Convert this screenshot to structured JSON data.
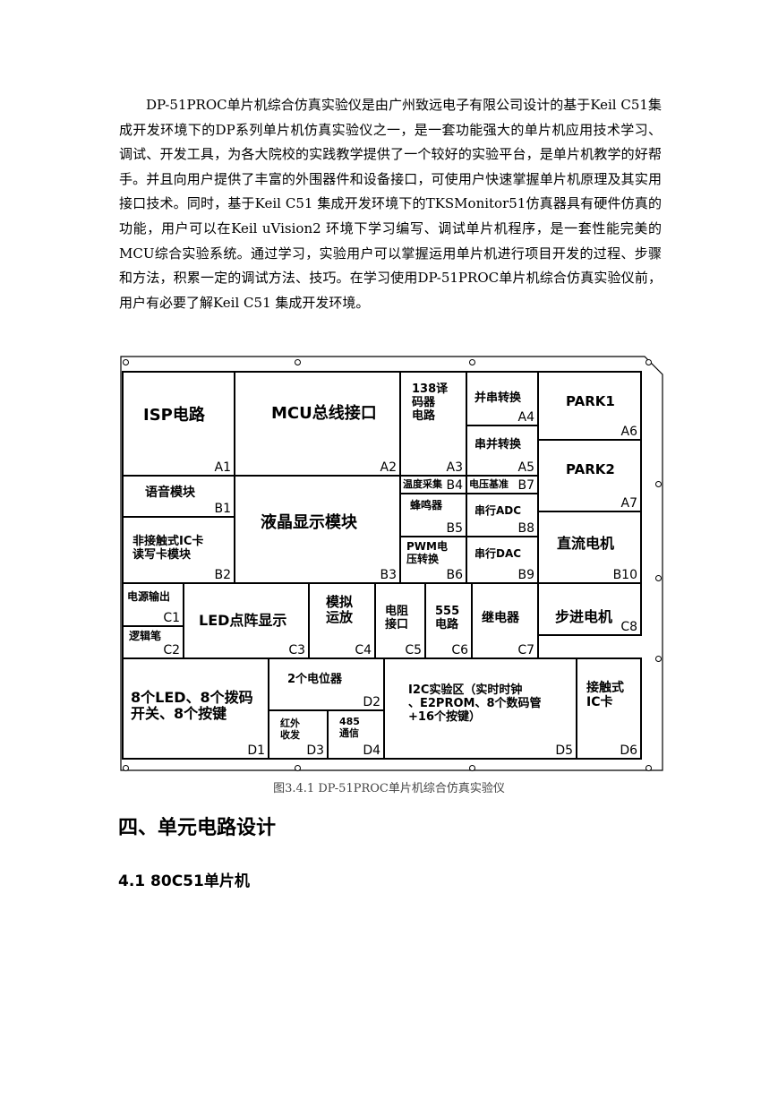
{
  "paragraph": "DP-51PROC单片机综合仿真实验仪是由广州致远电子有限公司设计的基于Keil C51集成开发环境下的DP系列单片机仿真实验仪之一，是一套功能强大的单片机应用技术学习、调试、开发工具，为各大院校的实践教学提供了一个较好的实验平台，是单片机教学的好帮手。并且向用户提供了丰富的外围器件和设备接口，可使用户快速掌握单片机原理及其实用接口技术。同时，基于Keil C51 集成开发环境下的TKSMonitor51仿真器具有硬件仿真的功能，用户可以在Keil uVision2 环境下学习编写、调试单片机程序，是一套性能完美的MCU综合实验系统。通过学习，实验用户可以掌握运用单片机进行项目开发的过程、步骤和方法，积累一定的调试方法、技巧。在学习使用DP-51PROC单片机综合仿真实验仪前，用户有必要了解Keil C51 集成开发环境。",
  "figure": {
    "caption": "图3.4.1  DP-51PROC单片机综合仿真实验仪",
    "blocks": [
      {
        "name": "ISP电路",
        "code": "A1"
      },
      {
        "name": "MCU总线接口",
        "code": "A2"
      },
      {
        "name": "138译\n码器\n电路",
        "code": "A3"
      },
      {
        "name": "并串转换",
        "code": "A4"
      },
      {
        "name": "串并转换",
        "code": "A5"
      },
      {
        "name": "PARK1",
        "code": "A6"
      },
      {
        "name": "PARK2",
        "code": "A7"
      },
      {
        "name": "语音模块",
        "code": "B1"
      },
      {
        "name": "非接触式IC卡\n读写卡模块",
        "code": "B2"
      },
      {
        "name": "液晶显示模块",
        "code": "B3"
      },
      {
        "name": "温度采集",
        "code": "B4"
      },
      {
        "name": "蜂鸣器",
        "code": "B5"
      },
      {
        "name": "PWM电\n压转换",
        "code": "B6"
      },
      {
        "name": "电压基准",
        "code": "B7"
      },
      {
        "name": "串行ADC",
        "code": "B8"
      },
      {
        "name": "串行DAC",
        "code": "B9"
      },
      {
        "name": "直流电机",
        "code": "B10"
      },
      {
        "name": "电源输出",
        "code": "C1"
      },
      {
        "name": "逻辑笔",
        "code": "C2"
      },
      {
        "name": "LED点阵显示",
        "code": "C3"
      },
      {
        "name": "模拟\n运放",
        "code": "C4"
      },
      {
        "name": "电阻\n接口",
        "code": "C5"
      },
      {
        "name": "555\n电路",
        "code": "C6"
      },
      {
        "name": "继电器",
        "code": "C7"
      },
      {
        "name": "步进电机",
        "code": "C8"
      },
      {
        "name": "8个LED、8个拨码\n开关、8个按键",
        "code": "D1"
      },
      {
        "name": "2个电位器",
        "code": "D2"
      },
      {
        "name": "红外\n收发",
        "code": "D3"
      },
      {
        "name": "485\n通信",
        "code": "D4"
      },
      {
        "name": "I2C实验区（实时时钟\n、E2PROM、8个数码管\n+16个按键）",
        "code": "D5"
      },
      {
        "name": "接触式\nIC卡",
        "code": "D6"
      }
    ]
  },
  "section_title": "四、单元电路设计",
  "subsection_title": "4.1 80C51单片机"
}
